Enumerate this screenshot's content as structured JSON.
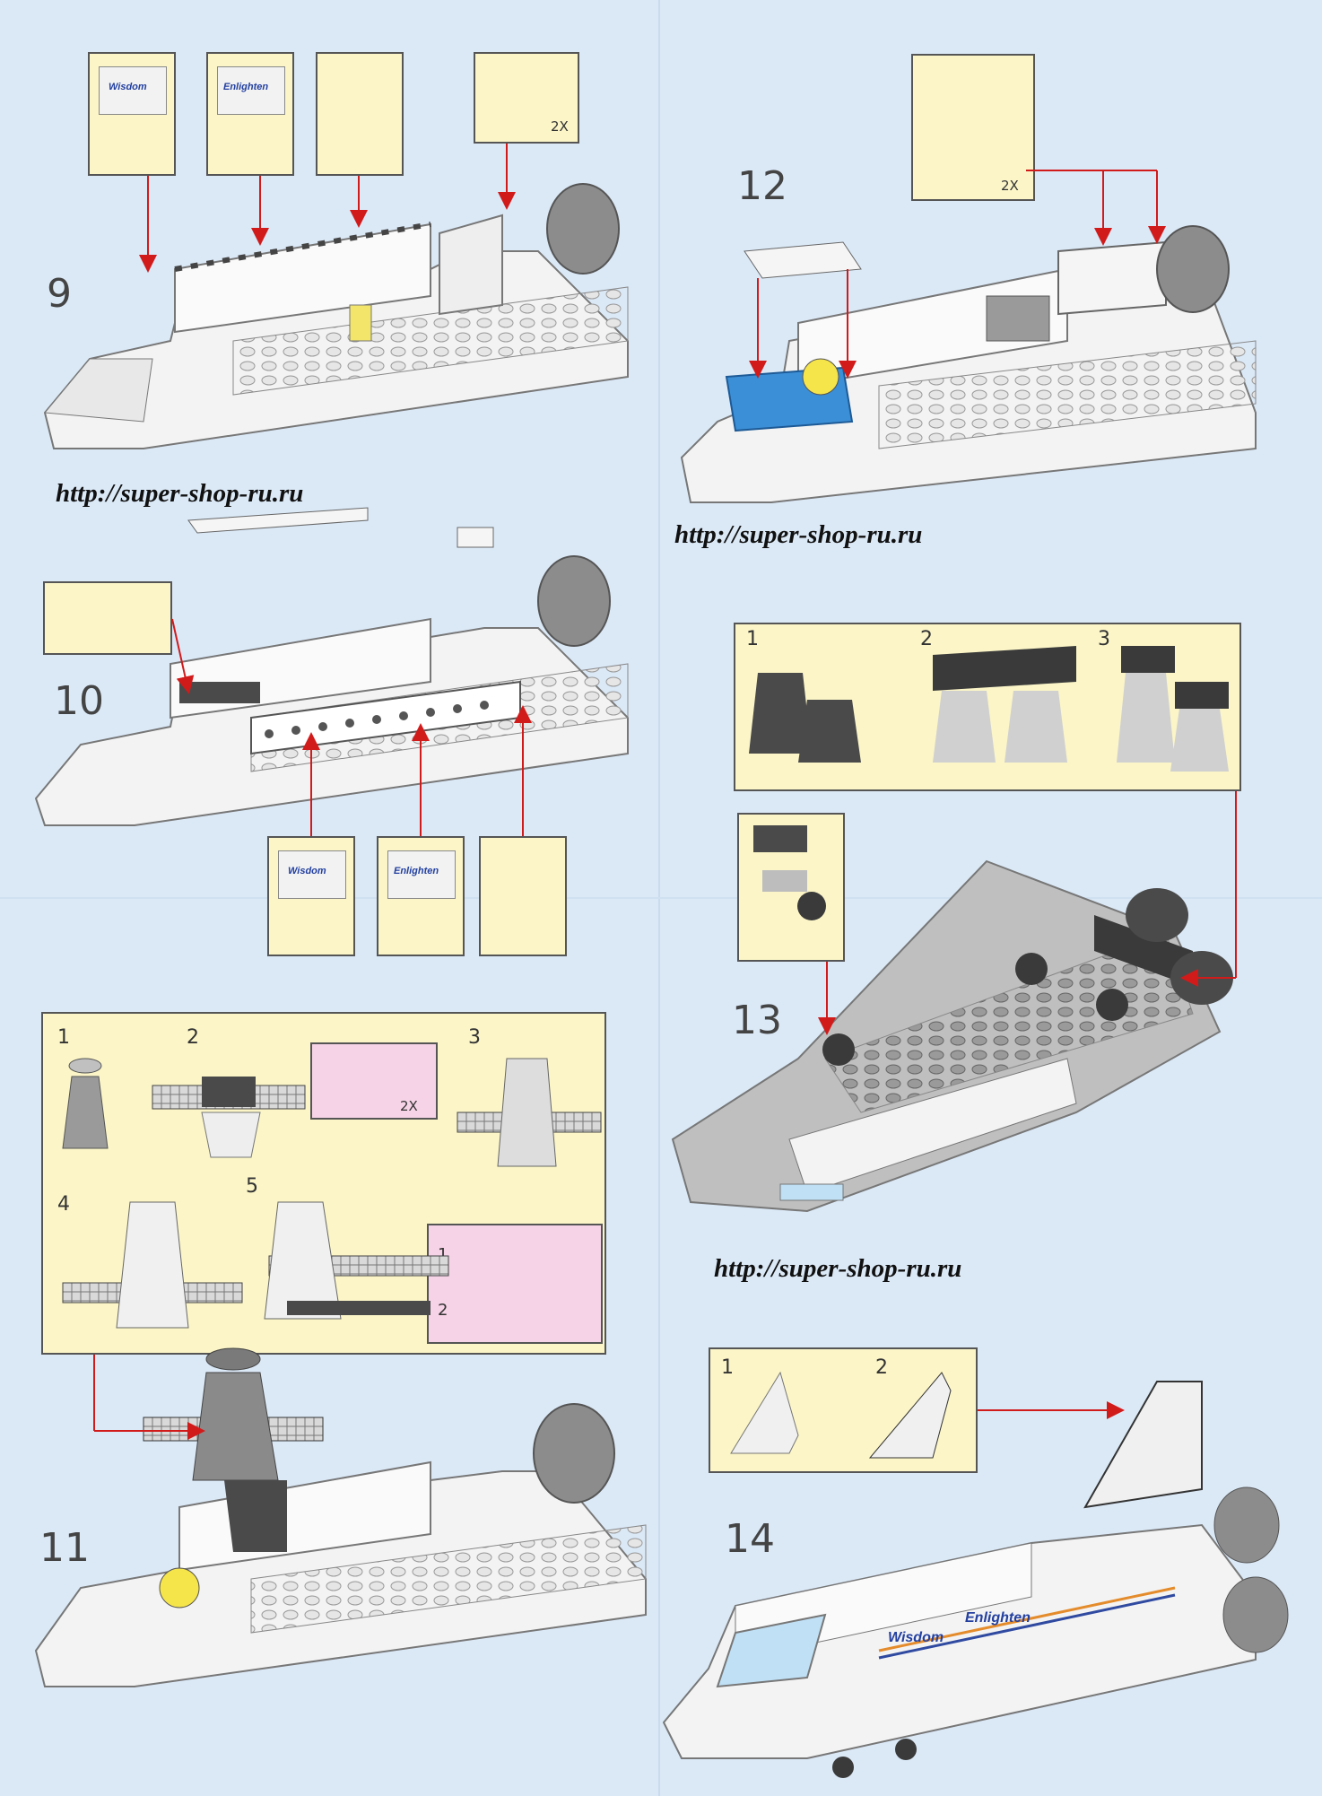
{
  "steps": [
    {
      "id": "9",
      "label": "9"
    },
    {
      "id": "10",
      "label": "10"
    },
    {
      "id": "11",
      "label": "11"
    },
    {
      "id": "12",
      "label": "12"
    },
    {
      "id": "13",
      "label": "13"
    },
    {
      "id": "14",
      "label": "14"
    }
  ],
  "watermark_url": "http://super-shop-ru.ru",
  "panel_text": {
    "wisdom": "Wisdom",
    "enlighten": "Enlighten"
  },
  "quantity": "2X",
  "substeps": {
    "one": "1",
    "two": "2",
    "three": "3",
    "four": "4",
    "five": "5"
  },
  "colors": {
    "background": "#dbe9f7",
    "callout": "#fbf5c7",
    "callout_pink": "#f6d3e6",
    "arrow": "#d11b1b",
    "brick_white": "#f2f2f2",
    "brick_dark": "#4a4a4a",
    "brick_grey": "#bdbdbd",
    "canopy": "#3b8fd6"
  }
}
